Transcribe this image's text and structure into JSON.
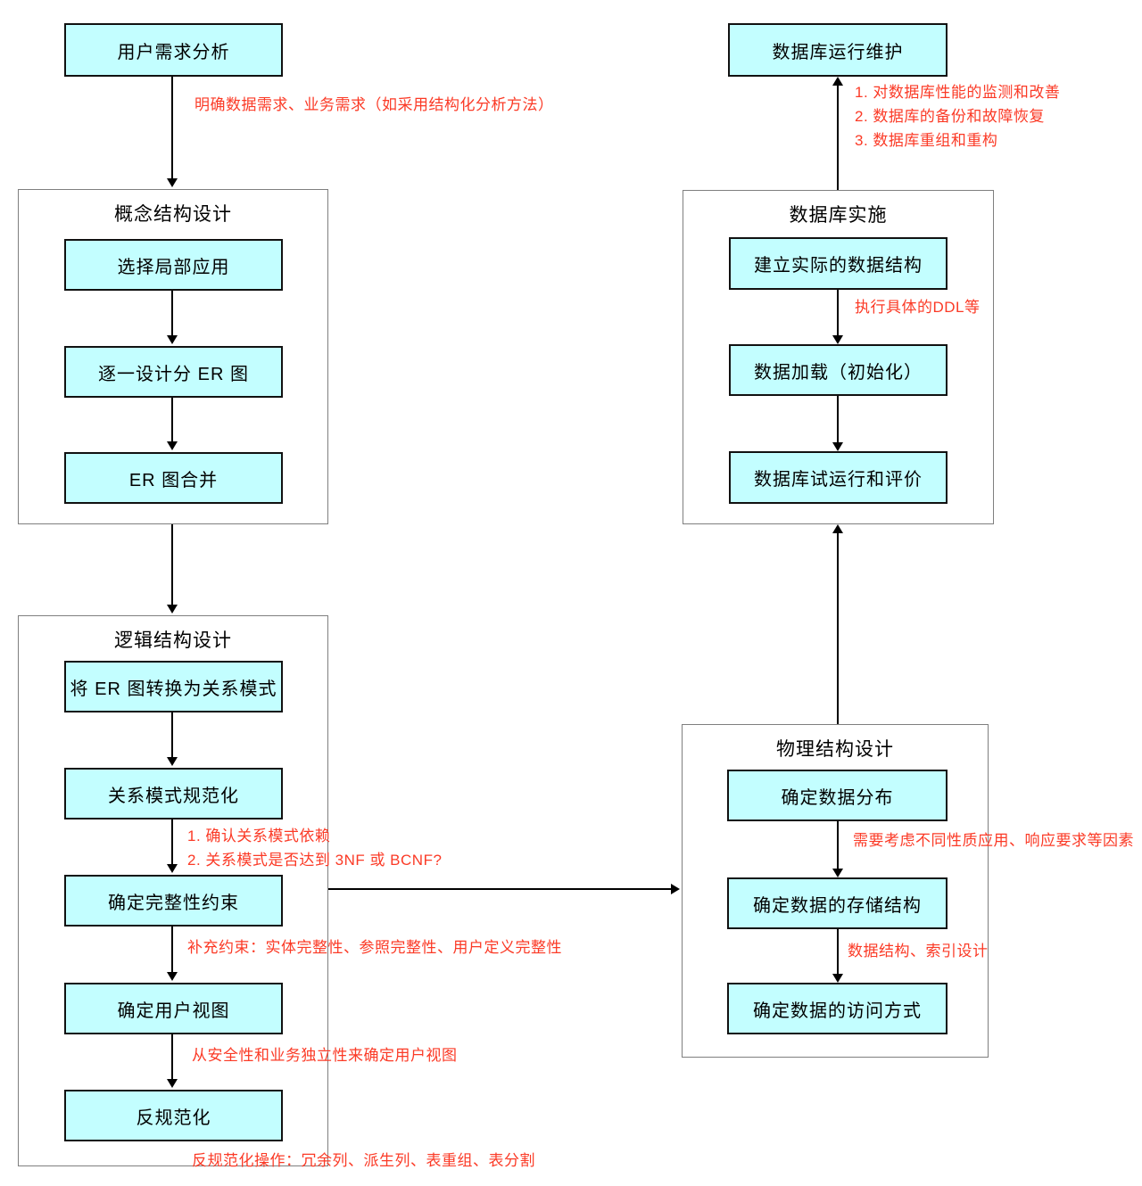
{
  "colors": {
    "node_fill": "#c3feff",
    "node_border": "#111111",
    "group_border": "#7f7f7f",
    "annotation_red": "#fb3a26",
    "arrow": "#000000"
  },
  "nodes": {
    "user_requirements": "用户需求分析",
    "db_maintenance": "数据库运行维护"
  },
  "containers": {
    "concept": {
      "title": "概念结构设计",
      "steps": [
        "选择局部应用",
        "逐一设计分 ER 图",
        "ER 图合并"
      ]
    },
    "logical": {
      "title": "逻辑结构设计",
      "steps": [
        "将 ER 图转换为关系模式",
        "关系模式规范化",
        "确定完整性约束",
        "确定用户视图",
        "反规范化"
      ]
    },
    "implementation": {
      "title": "数据库实施",
      "steps": [
        "建立实际的数据结构",
        "数据加载（初始化）",
        "数据库试运行和评价"
      ]
    },
    "physical": {
      "title": "物理结构设计",
      "steps": [
        "确定数据分布",
        "确定数据的存储结构",
        "确定数据的访问方式"
      ]
    }
  },
  "annotations": {
    "requirements_note": "明确数据需求、业务需求（如采用结构化分析方法）",
    "maintenance_notes": [
      "1. 对数据库性能的监测和改善",
      "2. 数据库的备份和故障恢复",
      "3. 数据库重组和重构"
    ],
    "ddl_note": "执行具体的DDL等",
    "normalization_notes": [
      "1. 确认关系模式依赖",
      "2. 关系模式是否达到 3NF 或 BCNF?"
    ],
    "integrity_note": "补充约束：实体完整性、参照完整性、用户定义完整性",
    "user_view_note": "从安全性和业务独立性来确定用户视图",
    "denormalization_note": "反规范化操作：冗余列、派生列、表重组、表分割",
    "distribution_note": "需要考虑不同性质应用、响应要求等因素",
    "storage_note": "数据结构、索引设计"
  }
}
